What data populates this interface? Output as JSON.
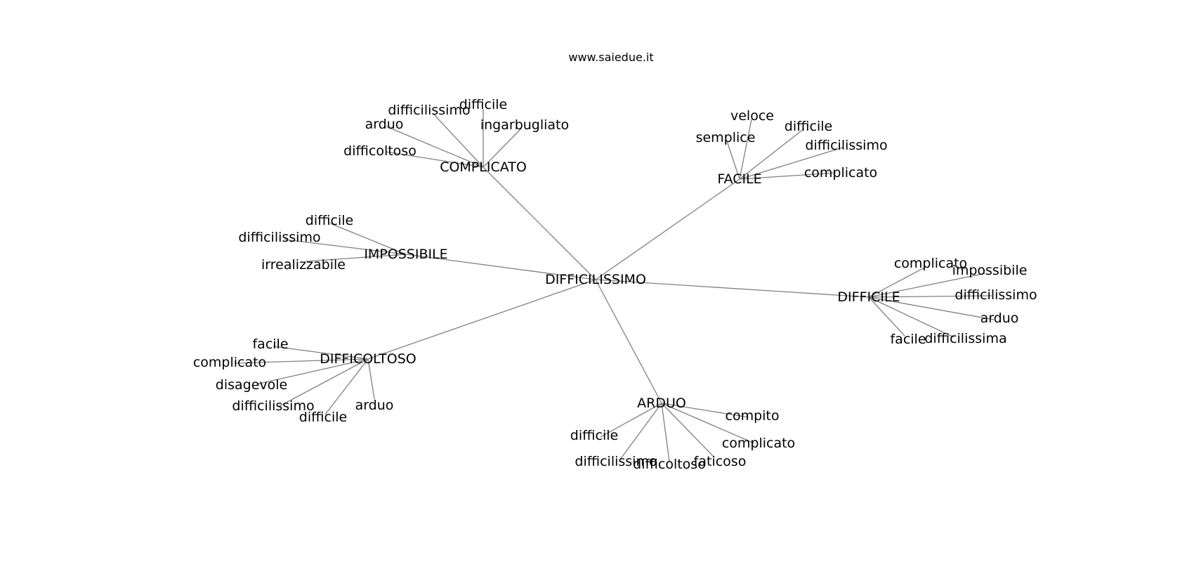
{
  "header": {
    "site": "www.saiedue.it"
  },
  "graph": {
    "center": {
      "id": "DIFFICILISSIMO",
      "label": "DIFFICILISSIMO"
    },
    "hubs": [
      {
        "id": "COMPLICATO",
        "label": "COMPLICATO",
        "leaves": [
          "difficile",
          "difficilissimo",
          "arduo",
          "ingarbugliato",
          "difficoltoso"
        ]
      },
      {
        "id": "FACILE",
        "label": "FACILE",
        "leaves": [
          "veloce",
          "difficile",
          "semplice",
          "difficilissimo",
          "complicato"
        ]
      },
      {
        "id": "IMPOSSIBILE",
        "label": "IMPOSSIBILE",
        "leaves": [
          "difficile",
          "difficilissimo",
          "irrealizzabile"
        ]
      },
      {
        "id": "DIFFICILE",
        "label": "DIFFICILE",
        "leaves": [
          "complicato",
          "impossibile",
          "difficilissimo",
          "arduo",
          "facile",
          "difficilissima"
        ]
      },
      {
        "id": "DIFFICOLTOSO",
        "label": "DIFFICOLTOSO",
        "leaves": [
          "facile",
          "complicato",
          "disagevole",
          "difficilissimo",
          "difficile",
          "arduo"
        ]
      },
      {
        "id": "ARDUO",
        "label": "ARDUO",
        "leaves": [
          "compito",
          "difficile",
          "complicato",
          "difficilissimo",
          "difficoltoso",
          "faticoso"
        ]
      }
    ]
  },
  "colors": {
    "edge": "#808080",
    "text": "#000000",
    "background": "#ffffff"
  }
}
